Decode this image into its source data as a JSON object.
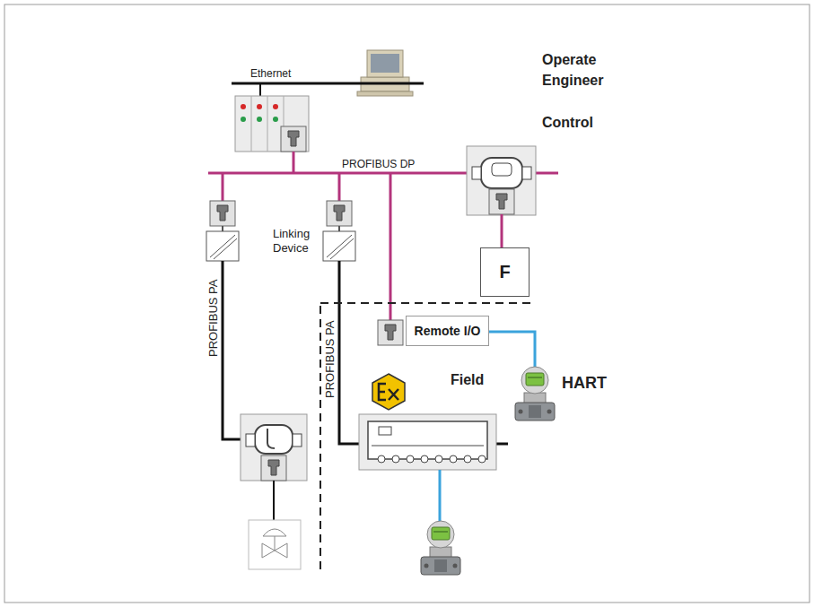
{
  "diagram": {
    "nodes": [
      {
        "text": [
          "F"
        ]
      },
      {
        "text": [
          "Remote I/O"
        ]
      }
    ],
    "labels": [
      "Operate",
      "Engineer",
      "Control",
      "Ethernet",
      "PROFIBUS DP",
      "Linking Device",
      "PROFIBUS PA",
      "PROFIBUS PA",
      "Field",
      "HART"
    ]
  }
}
